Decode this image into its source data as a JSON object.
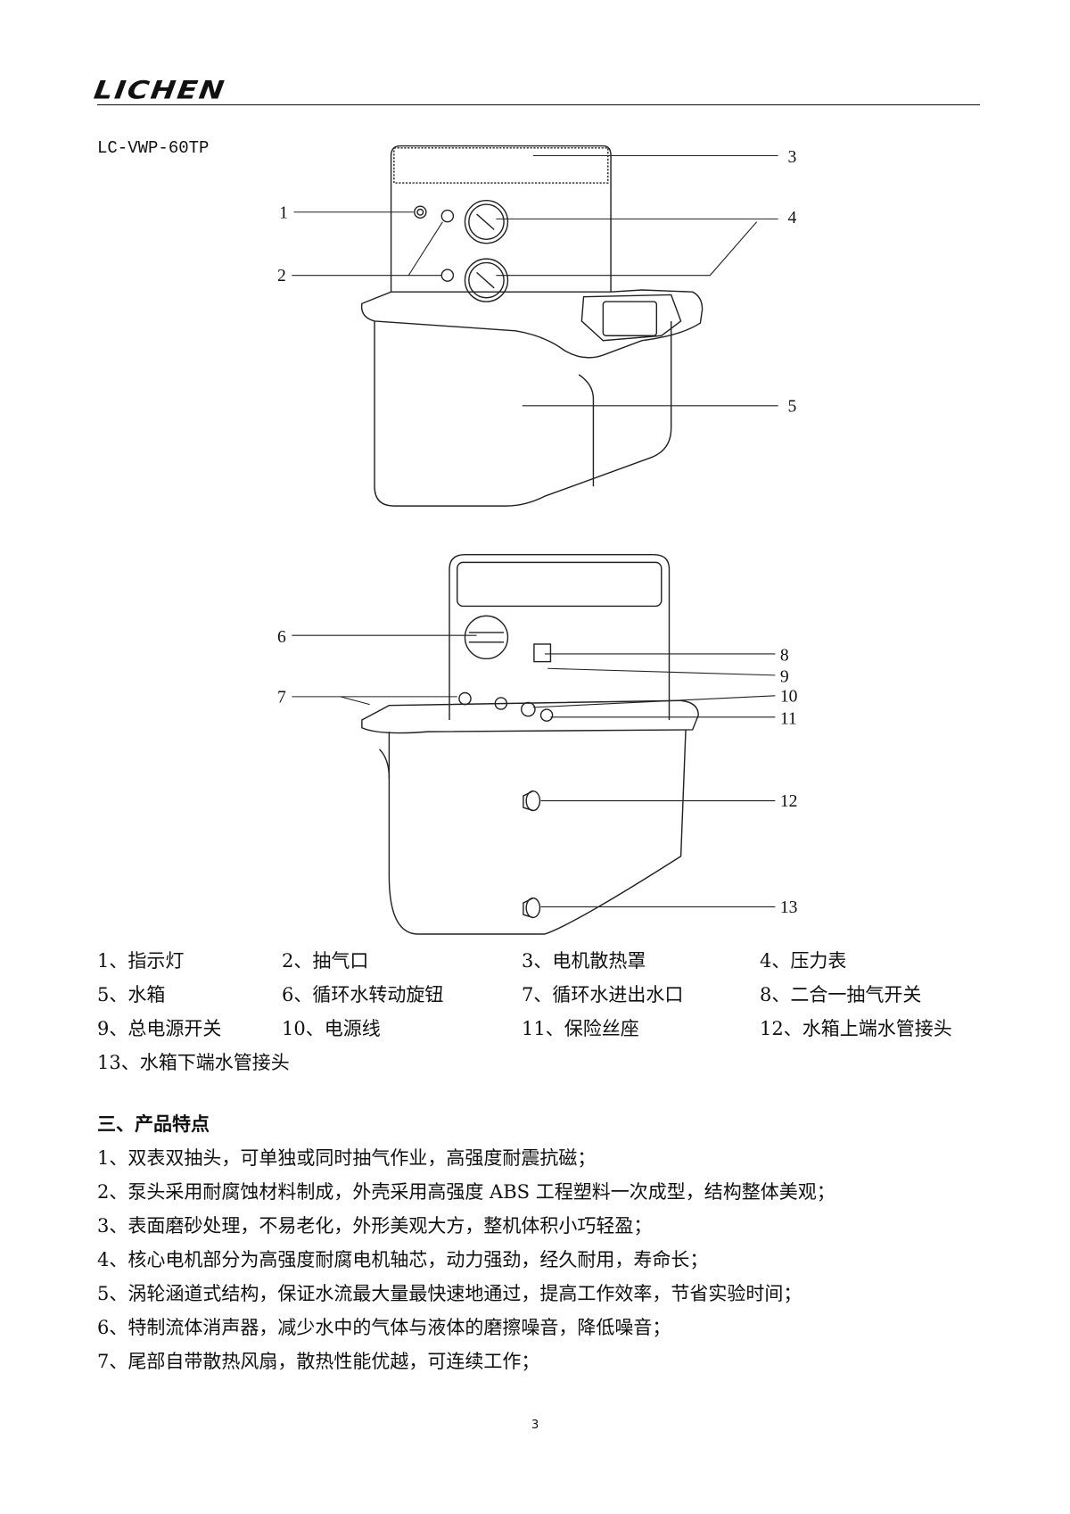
{
  "header": {
    "logo": "LICHEN",
    "model": "LC-VWP-60TP"
  },
  "callouts": [
    "1",
    "2",
    "3",
    "4",
    "5",
    "6",
    "7",
    "8",
    "9",
    "10",
    "11",
    "12",
    "13"
  ],
  "legend": [
    "1、指示灯",
    "2、抽气口",
    "3、电机散热罩",
    "4、压力表",
    "5、水箱",
    "6、循环水转动旋钮",
    "7、循环水进出水口",
    "8、二合一抽气开关",
    "9、总电源开关",
    "10、电源线",
    "11、保险丝座",
    "12、水箱上端水管接头",
    "13、水箱下端水管接头"
  ],
  "section": {
    "title": "三、产品特点",
    "items": [
      "1、双表双抽头，可单独或同时抽气作业，高强度耐震抗磁；",
      "2、泵头采用耐腐蚀材料制成，外壳采用高强度 ABS 工程塑料一次成型，结构整体美观；",
      "3、表面磨砂处理，不易老化，外形美观大方，整机体积小巧轻盈；",
      "4、核心电机部分为高强度耐腐电机轴芯，动力强劲，经久耐用，寿命长；",
      "5、涡轮涵道式结构，保证水流最大量最快速地通过，提高工作效率，节省实验时间；",
      "6、特制流体消声器，减少水中的气体与液体的磨擦噪音，降低噪音；",
      "7、尾部自带散热风扇，散热性能优越，可连续工作；"
    ]
  },
  "page_number": "3"
}
